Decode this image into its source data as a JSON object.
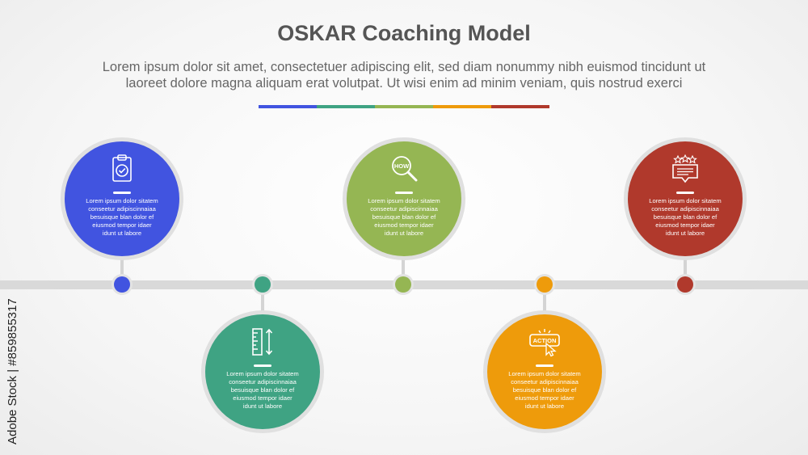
{
  "header": {
    "title": "OSKAR Coaching Model",
    "subtitle_line1": "Lorem ipsum dolor sit amet, consectetuer adipiscing elit, sed diam nonummy nibh euismod tincidunt ut",
    "subtitle_line2": "laoreet dolore magna aliquam erat volutpat. Ut wisi enim ad minim veniam, quis nostrud exerci"
  },
  "colors": {
    "blue": "#4154e0",
    "green": "#3fa383",
    "olive": "#95b653",
    "orange": "#ee9b0b",
    "red": "#b0392c",
    "line": "#d9d9d9"
  },
  "steps": [
    {
      "icon": "clipboard-check-icon",
      "text_line1": "Lorem ipsum dolor sitatem",
      "text_line2": "conseetur adipiscinnaiaa",
      "text_line3": "besuisque blan dolor ef",
      "text_line4": "eiusmod tempor idaer",
      "text_line5": "idunt ut labore"
    },
    {
      "icon": "ruler-scale-icon",
      "text_line1": "Lorem ipsum dolor sitatem",
      "text_line2": "conseetur adipiscinnaiaa",
      "text_line3": "besuisque blan dolor ef",
      "text_line4": "eiusmod tempor idaer",
      "text_line5": "idunt ut labore"
    },
    {
      "icon": "how-magnifier-icon",
      "icon_label": "HOW",
      "text_line1": "Lorem ipsum dolor sitatem",
      "text_line2": "conseetur adipiscinnaiaa",
      "text_line3": "besuisque blan dolor ef",
      "text_line4": "eiusmod tempor idaer",
      "text_line5": "idunt ut labore"
    },
    {
      "icon": "action-click-icon",
      "icon_label": "ACTION",
      "text_line1": "Lorem ipsum dolor sitatem",
      "text_line2": "conseetur adipiscinnaiaa",
      "text_line3": "besuisque blan dolor ef",
      "text_line4": "eiusmod tempor idaer",
      "text_line5": "idunt ut labore"
    },
    {
      "icon": "star-review-icon",
      "text_line1": "Lorem ipsum dolor sitatem",
      "text_line2": "conseetur adipiscinnaiaa",
      "text_line3": "besuisque blan dolor ef",
      "text_line4": "eiusmod tempor idaer",
      "text_line5": "idunt ut labore"
    }
  ],
  "watermark": {
    "text": "Adobe Stock | #859855317"
  }
}
